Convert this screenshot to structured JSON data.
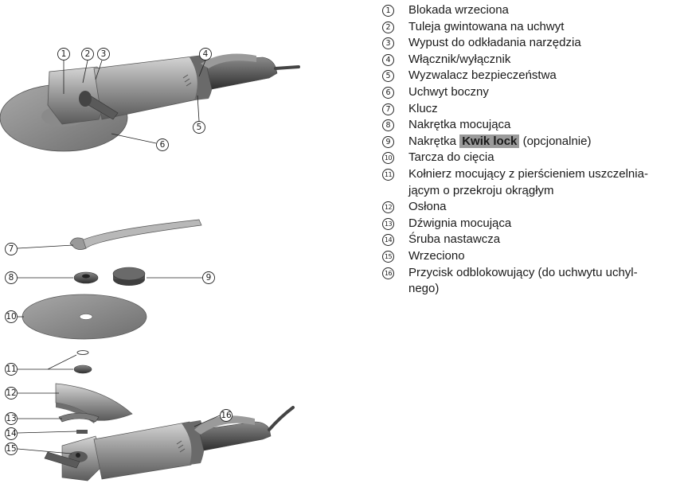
{
  "legend": {
    "items": [
      {
        "num": "1",
        "text": "Blokada wrzeciona"
      },
      {
        "num": "2",
        "text": "Tuleja gwintowana na uchwyt"
      },
      {
        "num": "3",
        "text": "Wypust do odkładania narzędzia"
      },
      {
        "num": "4",
        "text": "Włącznik/wyłącznik"
      },
      {
        "num": "5",
        "text": "Wyzwalacz bezpieczeństwa"
      },
      {
        "num": "6",
        "text": "Uchwyt boczny"
      },
      {
        "num": "7",
        "text": "Klucz"
      },
      {
        "num": "8",
        "text": "Nakrętka mocująca"
      },
      {
        "num": "9",
        "text_before": "Nakrętka",
        "highlight": "Kwik lock",
        "text_after": "(opcjonalnie)"
      },
      {
        "num": "10",
        "text": "Tarcza do cięcia"
      },
      {
        "num": "11",
        "text": "Kołnierz mocujący z pierścieniem uszczelnia-",
        "text2": "jącym o przekroju okrągłym"
      },
      {
        "num": "12",
        "text": "Osłona"
      },
      {
        "num": "13",
        "text": "Dźwignia mocująca"
      },
      {
        "num": "14",
        "text": "Śruba nastawcza"
      },
      {
        "num": "15",
        "text": "Wrzeciono"
      },
      {
        "num": "16",
        "text": "Przycisk odblokowujący (do uchwytu uchyl-",
        "text2": "nego)"
      }
    ]
  },
  "figure": {
    "callouts": [
      "1",
      "2",
      "3",
      "4",
      "5",
      "6",
      "7",
      "8",
      "9",
      "10",
      "11",
      "12",
      "13",
      "14",
      "15",
      "16"
    ]
  }
}
